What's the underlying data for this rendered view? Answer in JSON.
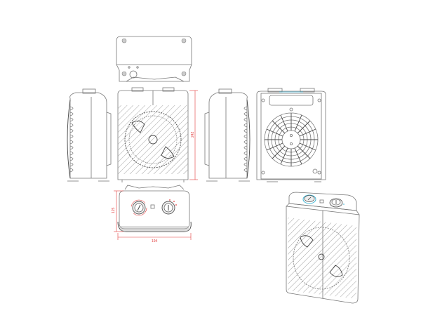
{
  "drawing": {
    "subject": "fan heater orthographic and isometric views",
    "views": [
      {
        "id": "top-view",
        "label": ""
      },
      {
        "id": "left-side-view",
        "label": ""
      },
      {
        "id": "front-view",
        "label": ""
      },
      {
        "id": "right-side-view",
        "label": ""
      },
      {
        "id": "back-view",
        "label": ""
      },
      {
        "id": "top-control-view",
        "label": ""
      },
      {
        "id": "isometric-view",
        "label": ""
      }
    ],
    "dimensions": {
      "height": "242",
      "depth": "125",
      "width": "194"
    },
    "colors": {
      "line": "#777777",
      "dimension": "#e23b3b",
      "accent_knob": "#3fb7d6"
    }
  }
}
